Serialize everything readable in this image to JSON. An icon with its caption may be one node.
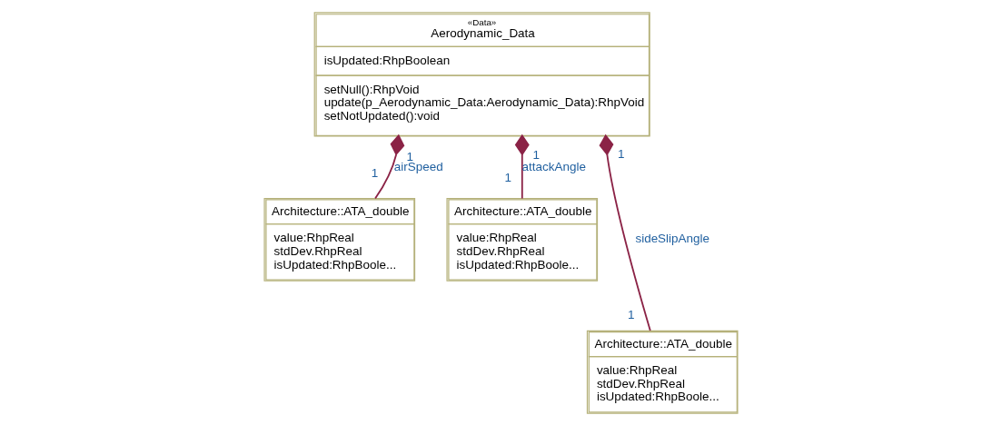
{
  "diagram": {
    "nodes": [
      {
        "text": [
          "«Data»",
          "Aerodynamic_Data",
          "isUpdated:RhpBoolean",
          "setNull():RhpVoid",
          "update(p_Aerodynamic_Data:Aerodynamic_Data):RhpVoid",
          "setNotUpdated():void"
        ]
      },
      {
        "text": [
          "Architecture::ATA_double",
          "value:RhpReal",
          "stdDev.RhpReal",
          "isUpdated:RhpBoole..."
        ]
      },
      {
        "text": [
          "Architecture::ATA_double",
          "value:RhpReal",
          "stdDev.RhpReal",
          "isUpdated:RhpBoole..."
        ]
      },
      {
        "text": [
          "Architecture::ATA_double",
          "value:RhpReal",
          "stdDev.RhpReal",
          "isUpdated:RhpBoole..."
        ]
      }
    ],
    "edges": [
      {
        "from": 0,
        "to": 1,
        "arrow": "other",
        "label": "airSpeed"
      },
      {
        "from": 0,
        "to": 2,
        "arrow": "other",
        "label": "attackAngle"
      },
      {
        "from": 0,
        "to": 3,
        "arrow": "other",
        "label": "sideSlipAngle"
      }
    ],
    "labels": [
      "1",
      "1",
      "1",
      "1",
      "1",
      "1"
    ]
  }
}
